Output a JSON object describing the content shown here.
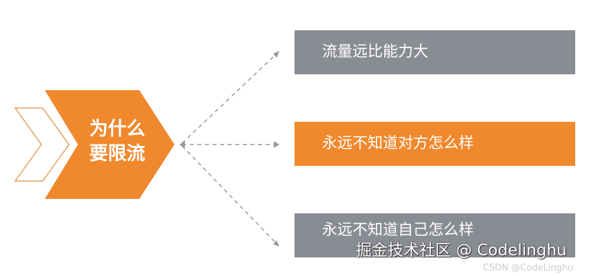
{
  "center": {
    "line1": "为什么",
    "line2": "要限流",
    "color": "#f0892e"
  },
  "reasons": [
    {
      "label": "流量远比能力大",
      "color": "#8a8c94"
    },
    {
      "label": "永远不知道对方怎么样",
      "color": "#f0892e"
    },
    {
      "label": "永远不知道自己怎么样",
      "color": "#8a8c94"
    }
  ],
  "watermarks": {
    "juejin": "掘金技术社区 @ Codelinghu",
    "csdn": "CSDN @CodeLinghu"
  }
}
